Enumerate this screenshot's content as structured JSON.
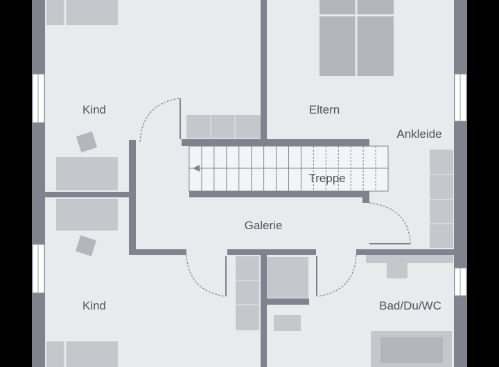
{
  "floorplan": {
    "rooms": {
      "kind_top": "Kind",
      "eltern": "Eltern",
      "ankleide": "Ankleide",
      "treppe": "Treppe",
      "galerie": "Galerie",
      "kind_bottom": "Kind",
      "bad": "Bad/Du/WC"
    },
    "colors": {
      "floor": "#e8eaee",
      "wall": "#80838e",
      "furniture": "#c5c7cd",
      "background": "#000000"
    }
  }
}
